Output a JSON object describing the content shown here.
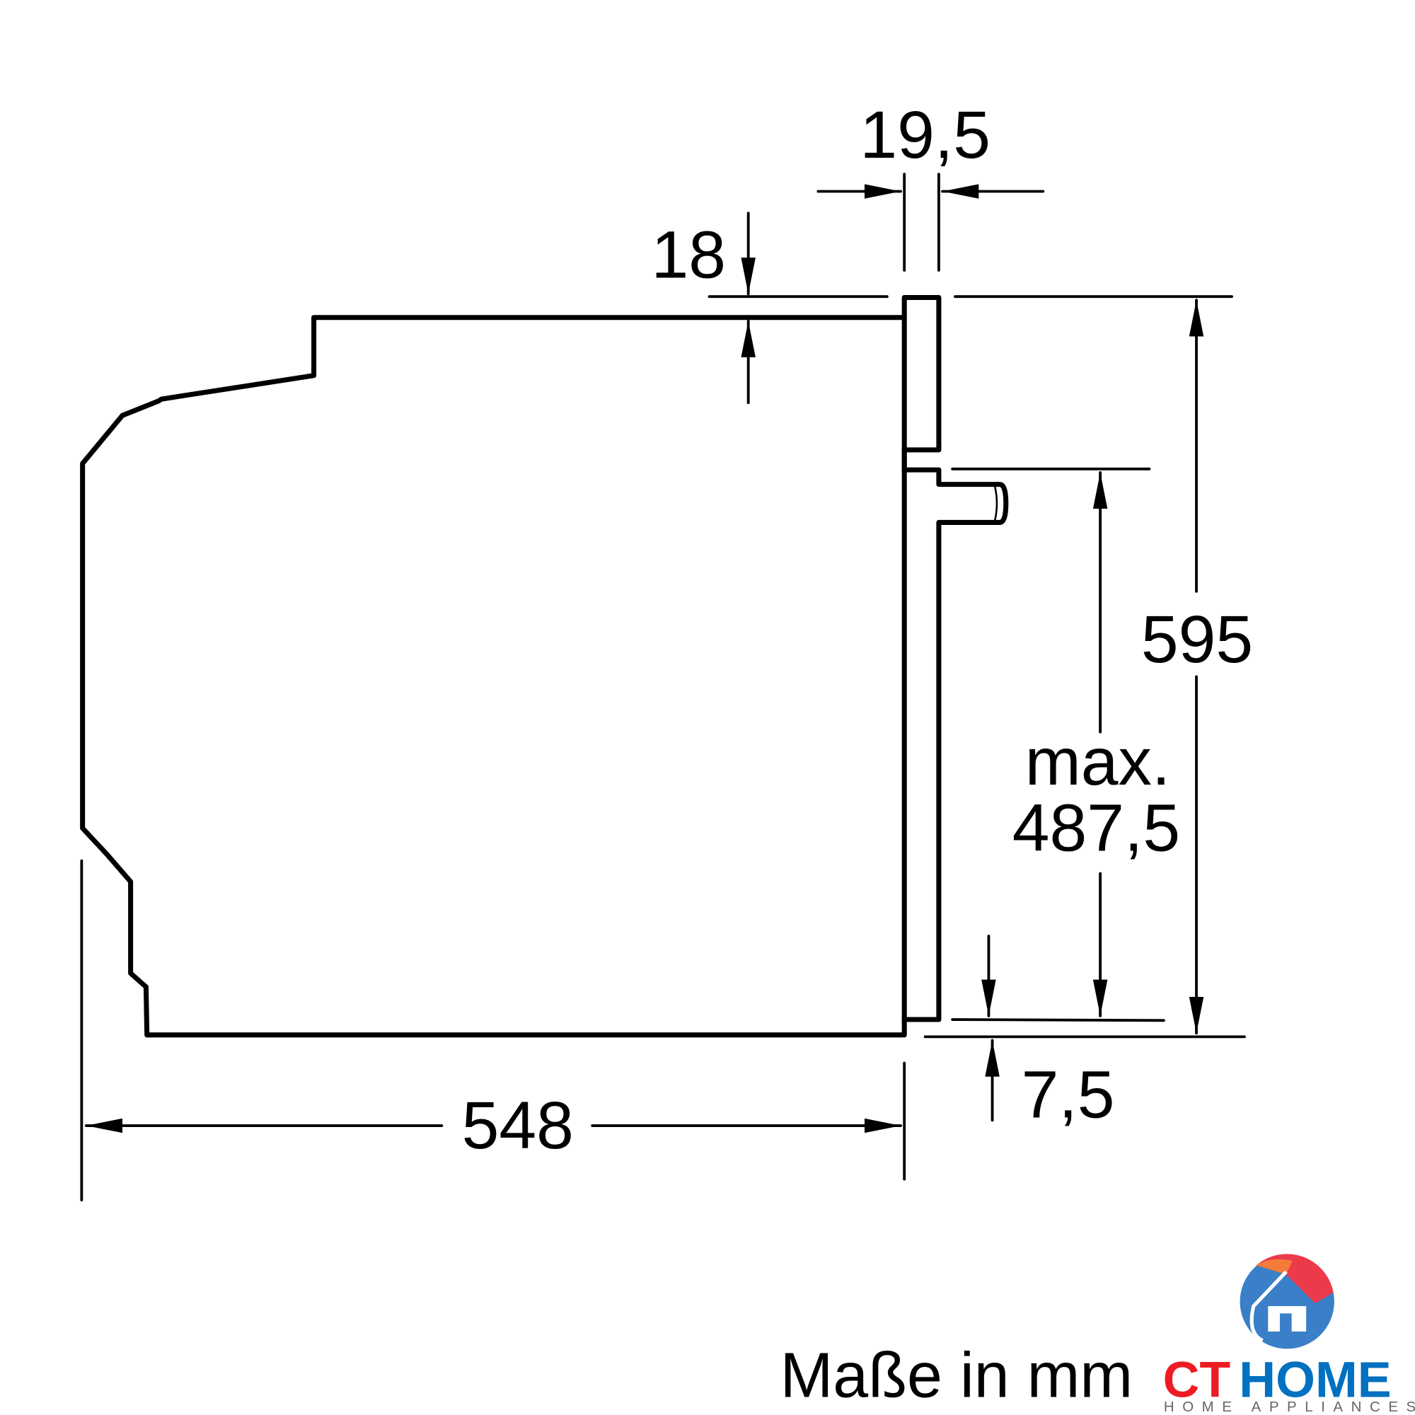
{
  "dimensions": {
    "top_panel": "18",
    "door_thickness": "19,5",
    "height": "595",
    "max_label": "max.",
    "max_height": "487,5",
    "bottom_offset": "7,5",
    "depth": "548"
  },
  "caption": "Maße in mm",
  "logo": {
    "brand_part1": "CT",
    "brand_part2": "HOME",
    "tagline": "HOME APPLIANCES",
    "colors": {
      "red": "#ed1c24",
      "blue": "#0070c0",
      "orange": "#f47b3a",
      "light_blue": "#3fa9e0"
    }
  }
}
